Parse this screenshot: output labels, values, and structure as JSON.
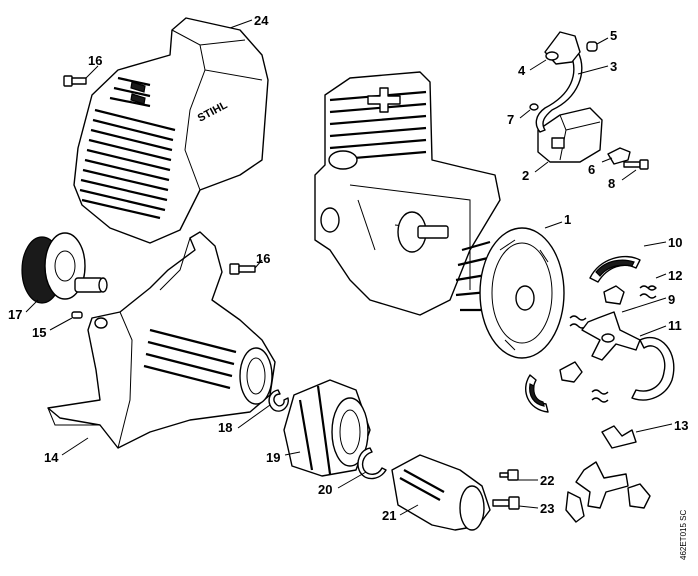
{
  "brand": "STIHL",
  "reference_code": "462ET015 SC",
  "callouts": [
    "1",
    "2",
    "3",
    "4",
    "5",
    "6",
    "7",
    "8",
    "9",
    "10",
    "11",
    "12",
    "13",
    "14",
    "15",
    "16",
    "16",
    "17",
    "18",
    "19",
    "20",
    "21",
    "22",
    "23",
    "24"
  ]
}
